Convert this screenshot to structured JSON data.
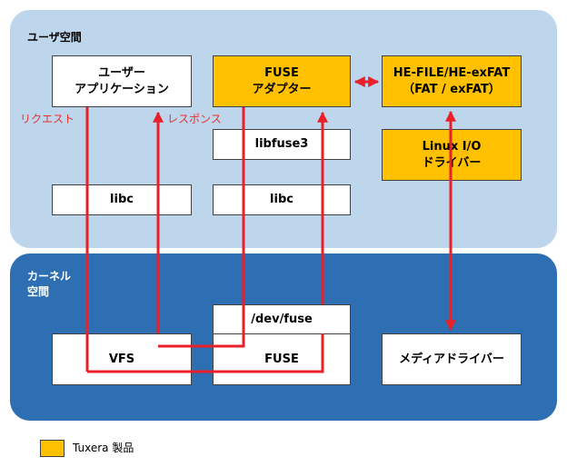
{
  "regions": {
    "user_space": "ユーザ空間",
    "kernel_space": "カーネル\n空間"
  },
  "boxes": {
    "user_app": "ユーザー\nアプリケーション",
    "fuse_adapter": "FUSE\nアダプター",
    "he_file": "HE-FILE/HE-exFAT\n（FAT / exFAT）",
    "libfuse3": "libfuse3",
    "linux_io": "Linux I/O\nドライバー",
    "libc_left": "libc",
    "libc_right": "libc",
    "dev_fuse": "/dev/fuse",
    "vfs": "VFS",
    "fuse_kernel": "FUSE",
    "media_driver": "メディアドライバー"
  },
  "arrow_labels": {
    "request": "リクエスト",
    "response": "レスポンス"
  },
  "legend": {
    "label": "Tuxera 製品",
    "color": "#ffc000"
  },
  "colors": {
    "user_space": "#bed6eb",
    "kernel_space": "#2e6fb3",
    "arrow": "#e8202a"
  }
}
